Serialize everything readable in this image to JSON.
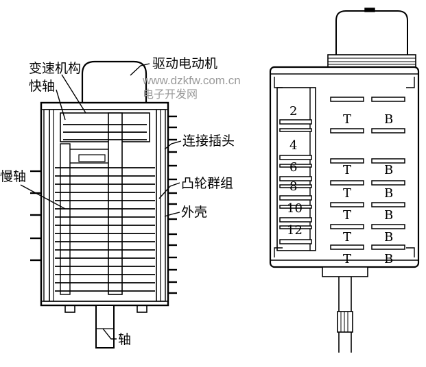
{
  "watermark": {
    "line1": "www.dzkfw.com.cn",
    "line2": "电子开发网"
  },
  "left_figure": {
    "labels": {
      "speed_mechanism": "变速机构",
      "fast_shaft": "快轴",
      "drive_motor": "驱动电动机",
      "connector": "连接插头",
      "slow_shaft": "慢轴",
      "cam_group": "凸轮群组",
      "housing": "外壳",
      "shaft": "轴"
    }
  },
  "right_figure": {
    "numbers": [
      "2",
      "4",
      "6",
      "8",
      "10",
      "12"
    ],
    "t_labels": [
      "T",
      "T",
      "T",
      "T",
      "T",
      "T"
    ],
    "b_labels": [
      "B",
      "B",
      "B",
      "B",
      "B",
      "B"
    ]
  }
}
